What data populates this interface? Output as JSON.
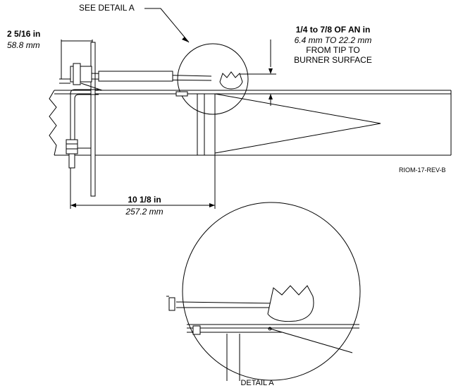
{
  "labels": {
    "see_detail": "SEE DETAIL A",
    "offset_dim_in": "2 5/16 in",
    "offset_dim_mm": "58.8 mm",
    "gap_dim_in": "1/4 to 7/8 OF AN in",
    "gap_dim_mm": "6.4 mm TO 22.2 mm",
    "gap_note_1": "FROM TIP TO",
    "gap_note_2": "BURNER SURFACE",
    "length_dim_in": "10 1/8 in",
    "length_dim_mm": "257.2 mm",
    "drawing_id": "RIOM-17-REV-B",
    "detail_title": "DETAIL A"
  }
}
